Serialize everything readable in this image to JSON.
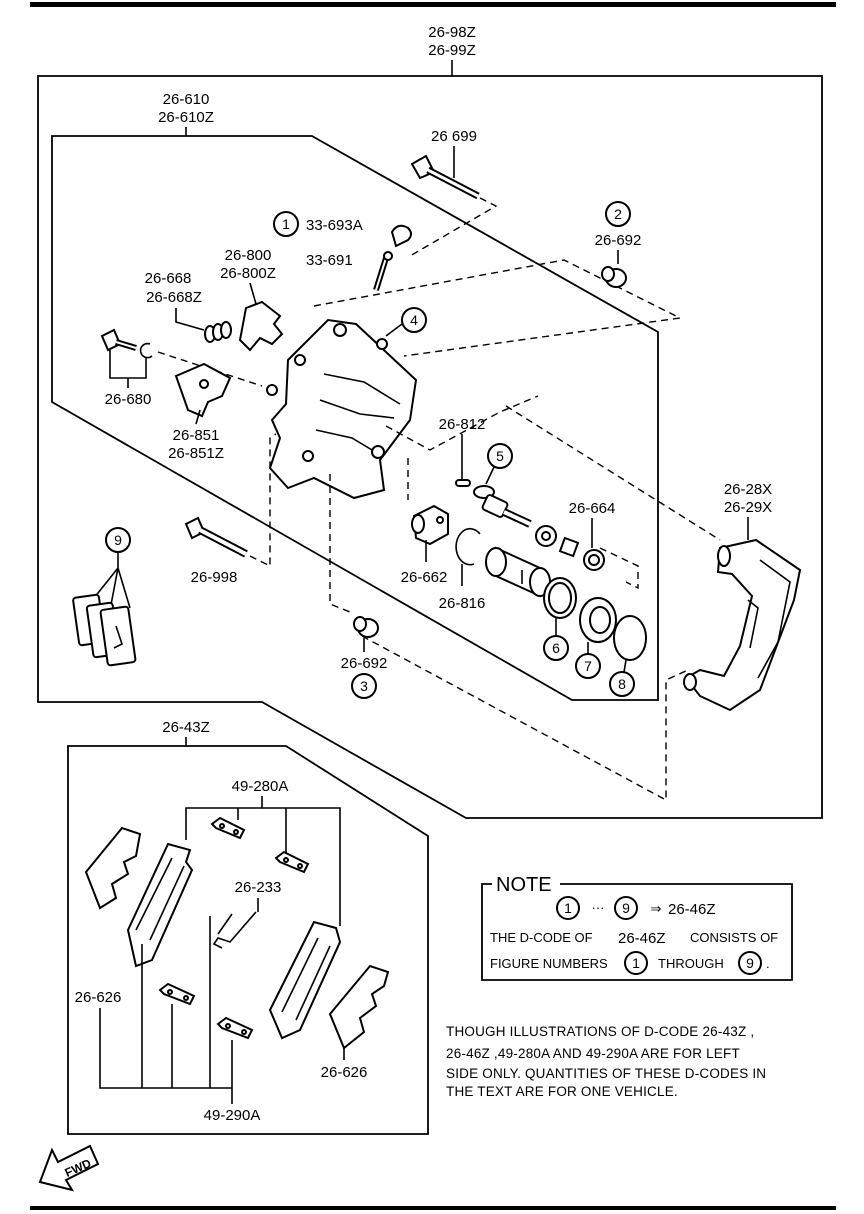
{
  "labels": {
    "assembly_top": [
      "26-98Z",
      "26-99Z"
    ],
    "caliper": [
      "26-610",
      "26-610Z"
    ],
    "bolt_top": "26 699",
    "cap": "33-693A",
    "bleeder": "33-691",
    "spring_plate": [
      "26-800",
      "26-800Z"
    ],
    "spring": [
      "26-668",
      "26-668Z"
    ],
    "bolt_small": "26-680",
    "lever": [
      "26-851",
      "26-851Z"
    ],
    "boot_upper": "26-692",
    "pin_seal": "26-812",
    "adjuster_nut_kit": "26-664",
    "bracket": [
      "26-28X",
      "26-29X"
    ],
    "guide_pin": "26-998",
    "piston_parts": "26-662",
    "snap_ring": "26-816",
    "boot_lower": "26-692",
    "pad_set": "26-43Z",
    "clip_top": "49-280A",
    "spring_wire": "26-233",
    "shim_left": "26-626",
    "shim_right": "26-626",
    "clip_bottom": "49-290A"
  },
  "callouts": [
    "1",
    "2",
    "3",
    "4",
    "5",
    "6",
    "7",
    "8",
    "9"
  ],
  "note": {
    "title": "NOTE",
    "range_from": "1",
    "range_sep": "···",
    "range_to": "9",
    "arrow": "⇒",
    "range_code": "26-46Z",
    "line2a": "THE D-CODE OF",
    "line2b": "26-46Z",
    "line2c": "CONSISTS OF",
    "line3a": "FIGURE NUMBERS",
    "line3b": "1",
    "line3c": "THROUGH",
    "line3d": "9",
    "line3e": "."
  },
  "disclaimer": [
    "THOUGH ILLUSTRATIONS OF D-CODE 26-43Z ,",
    "26-46Z  ,49-280A AND 49-290A ARE FOR LEFT",
    "SIDE ONLY. QUANTITIES OF THESE D-CODES IN",
    "THE TEXT ARE FOR ONE VEHICLE."
  ],
  "fwd": "FWD"
}
